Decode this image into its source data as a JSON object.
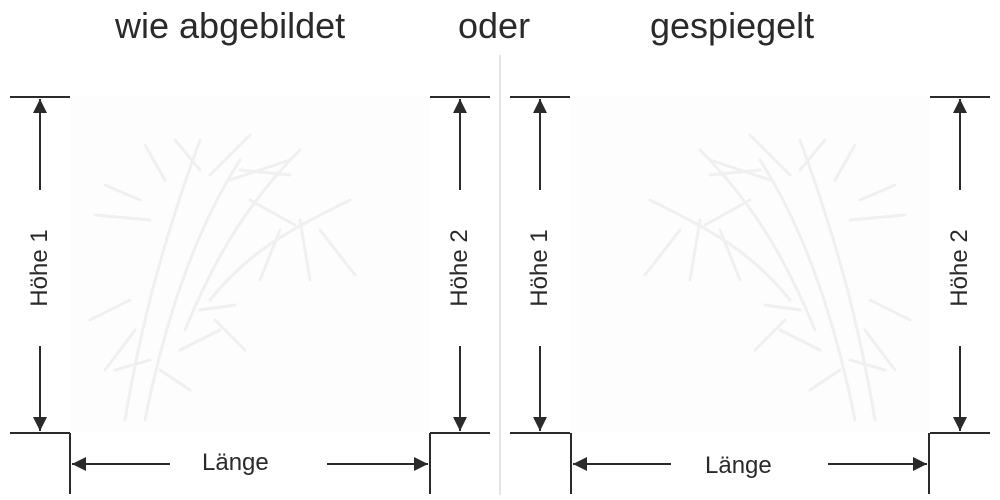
{
  "headings": {
    "left": "wie abgebildet",
    "middle": "oder",
    "right": "gespiegelt"
  },
  "panels": [
    {
      "name": "as-shown",
      "left_height_label": "Höhe 1",
      "right_height_label": "Höhe 2",
      "length_label": "Länge",
      "motif": "bamboo-watermark"
    },
    {
      "name": "mirrored",
      "left_height_label": "Höhe 1",
      "right_height_label": "Höhe 2",
      "length_label": "Länge",
      "motif": "bamboo-watermark-mirrored"
    }
  ],
  "colors": {
    "line": "#2a2a2a",
    "divider": "#e4e4e4",
    "watermark": "#f2f2f2"
  }
}
